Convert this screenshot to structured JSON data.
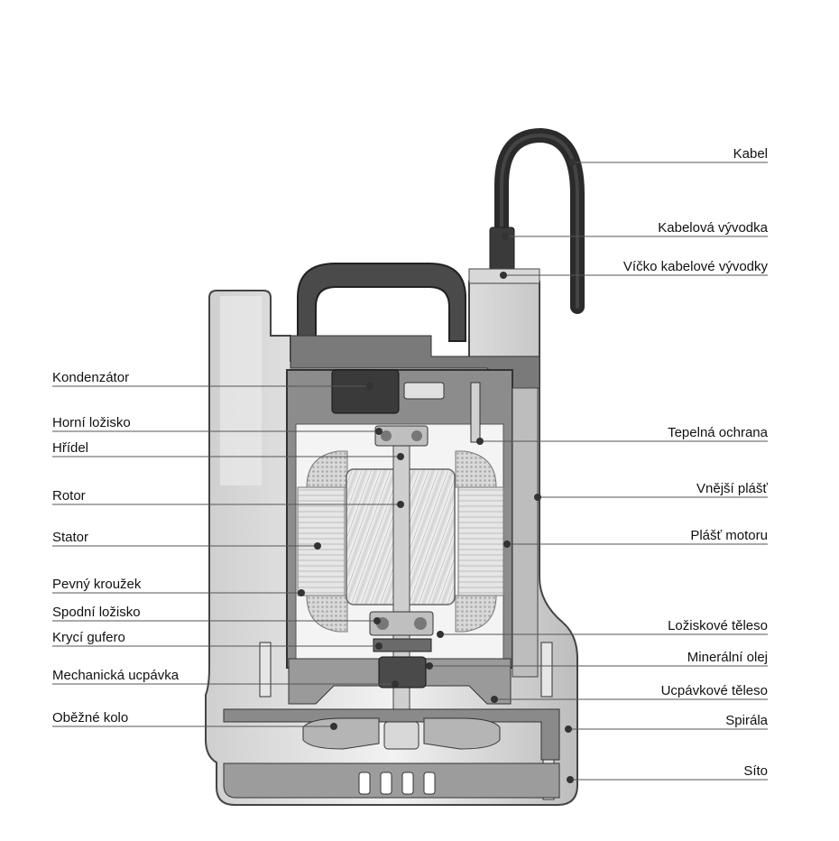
{
  "labels_left": [
    {
      "key": "kondenzator",
      "text": "Kondenzátor"
    },
    {
      "key": "horni-lozisko",
      "text": "Horní ložisko"
    },
    {
      "key": "hridel",
      "text": "Hřídel"
    },
    {
      "key": "rotor",
      "text": "Rotor"
    },
    {
      "key": "stator",
      "text": "Stator"
    },
    {
      "key": "pevny-krouzek",
      "text": "Pevný kroužek"
    },
    {
      "key": "spodni-lozisko",
      "text": "Spodní ložisko"
    },
    {
      "key": "kryci-gufero",
      "text": "Krycí gufero"
    },
    {
      "key": "mechanicka-ucpavka",
      "text": "Mechanická ucpávka"
    },
    {
      "key": "obezne-kolo",
      "text": "Oběžné kolo"
    }
  ],
  "labels_right": [
    {
      "key": "kabel",
      "text": "Kabel"
    },
    {
      "key": "kabelova-vyvodka",
      "text": "Kabelová vývodka"
    },
    {
      "key": "vicko-kabelove-vyvodky",
      "text": "Víčko kabelové vývodky"
    },
    {
      "key": "tepelna-ochrana",
      "text": "Tepelná ochrana"
    },
    {
      "key": "vnejsi-plast",
      "text": "Vnější plášť"
    },
    {
      "key": "plast-motoru",
      "text": "Plášť motoru"
    },
    {
      "key": "loziskove-teleso",
      "text": "Ložiskové těleso"
    },
    {
      "key": "mineralni-olej",
      "text": "Minerální olej"
    },
    {
      "key": "ucpavkove-teleso",
      "text": "Ucpávkové těleso"
    },
    {
      "key": "spirala",
      "text": "Spirála"
    },
    {
      "key": "sito",
      "text": "Síto"
    }
  ]
}
